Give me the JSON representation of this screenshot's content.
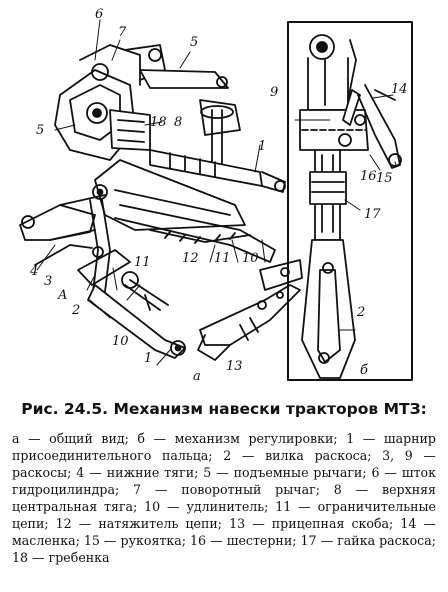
{
  "figure": {
    "callouts": [
      "6",
      "7",
      "5",
      "9",
      "14",
      "18",
      "8",
      "5",
      "1",
      "16",
      "15",
      "17",
      "4",
      "3",
      "A",
      "2",
      "11",
      "12",
      "11",
      "10",
      "10",
      "1",
      "2",
      "13"
    ],
    "subpanel_labels": [
      "а",
      "б"
    ]
  },
  "caption": {
    "title": "Рис. 24.5. Механизм навески тракторов МТЗ:"
  },
  "legend": {
    "text": "а — общий вид; б — механизм регулировки; 1 — шарнир присоединительного пальца; 2 — вилка раскоса; 3, 9 — раскосы; 4 — нижние тяги; 5 — подъемные рычаги; 6 — шток гидроцилиндра; 7 — поворотный рычаг; 8 — верхняя центральная тяга; 10 — удлинитель; 11 — ограничительные цепи; 12 — натяжитель цепи; 13 — прицепная скоба; 14 — масленка; 15 — рукоятка; 16 — шестерни; 17 — гайка раскоса; 18 — гребенка"
  }
}
